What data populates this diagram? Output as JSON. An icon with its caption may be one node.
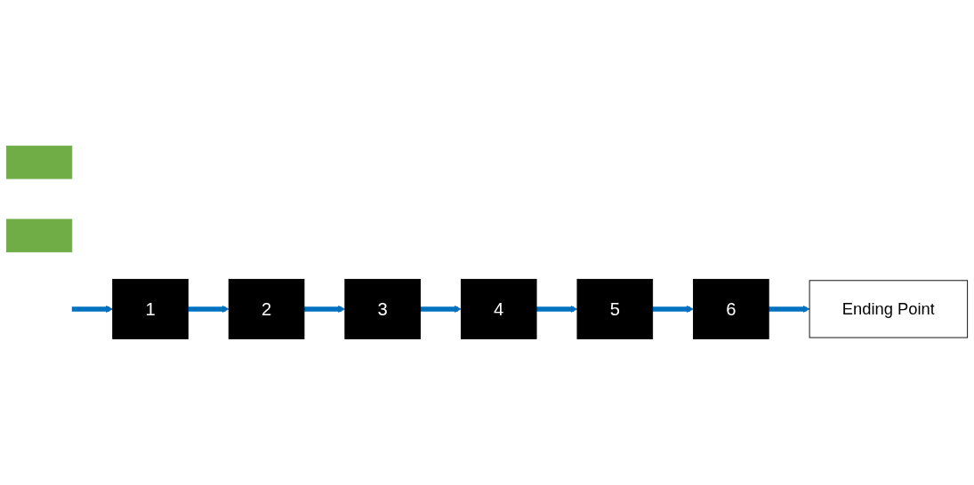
{
  "diagram": {
    "nodes": [
      {
        "text": [
          "6"
        ]
      },
      {
        "text": [
          "5"
        ]
      },
      {
        "text": [
          "4"
        ]
      },
      {
        "text": [],
        "shape": "bar"
      },
      {
        "text": [
          "Ending Point"
        ]
      },
      {
        "text": [
          "1"
        ]
      },
      {
        "text": [
          "2"
        ]
      },
      {
        "text": [
          "3"
        ]
      },
      {
        "text": [],
        "shape": "bar"
      }
    ],
    "edges": [
      {
        "from": null,
        "to": 5,
        "arrow": "to"
      },
      {
        "from": 5,
        "to": 6,
        "arrow": "to"
      },
      {
        "from": 6,
        "to": 7,
        "arrow": "to"
      },
      {
        "from": 7,
        "to": 2,
        "arrow": "to"
      },
      {
        "from": 2,
        "to": 1,
        "arrow": "to"
      },
      {
        "from": 1,
        "to": 0,
        "arrow": "to"
      },
      {
        "from": 0,
        "to": 4,
        "arrow": "to"
      }
    ]
  }
}
